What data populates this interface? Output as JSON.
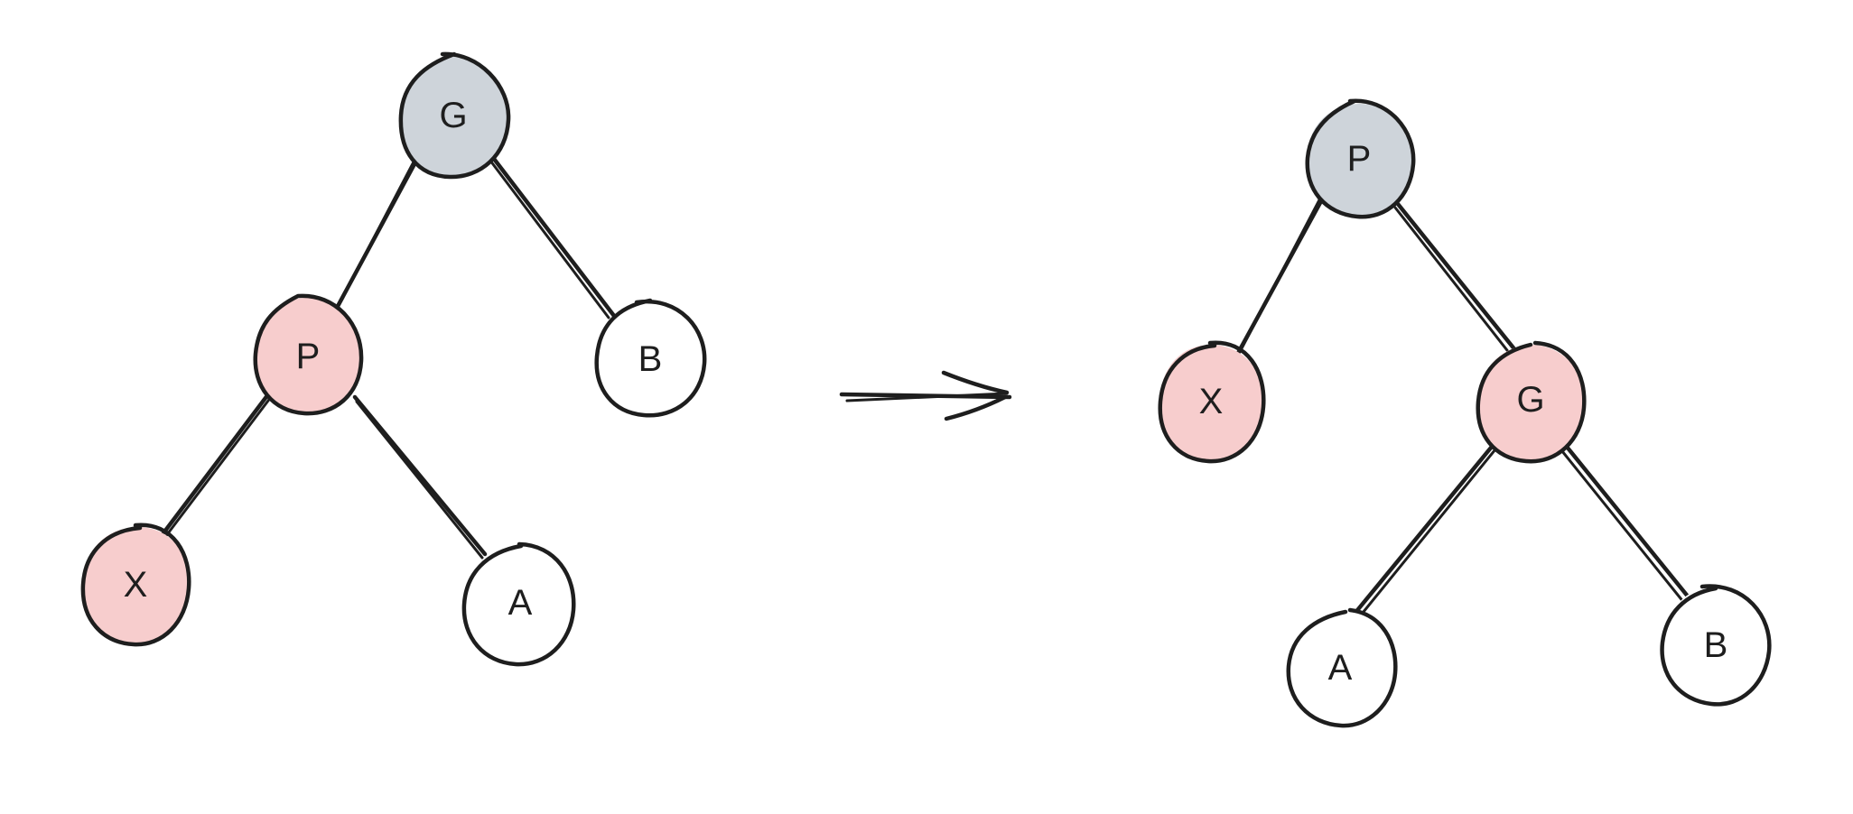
{
  "colors": {
    "gray": "#ced4da",
    "red": "#f7cdcd",
    "white": "#ffffff",
    "stroke": "#1e1e1e"
  },
  "before_tree": {
    "nodes": {
      "G": {
        "label": "G",
        "color": "gray"
      },
      "P": {
        "label": "P",
        "color": "red"
      },
      "B": {
        "label": "B",
        "color": "white"
      },
      "X": {
        "label": "X",
        "color": "red"
      },
      "A": {
        "label": "A",
        "color": "white"
      }
    },
    "edges": [
      [
        "G",
        "P"
      ],
      [
        "G",
        "B"
      ],
      [
        "P",
        "X"
      ],
      [
        "P",
        "A"
      ]
    ]
  },
  "after_tree": {
    "nodes": {
      "P": {
        "label": "P",
        "color": "gray"
      },
      "X": {
        "label": "X",
        "color": "red"
      },
      "G": {
        "label": "G",
        "color": "red"
      },
      "A": {
        "label": "A",
        "color": "white"
      },
      "B": {
        "label": "B",
        "color": "white"
      }
    },
    "edges": [
      [
        "P",
        "X"
      ],
      [
        "P",
        "G"
      ],
      [
        "G",
        "A"
      ],
      [
        "G",
        "B"
      ]
    ]
  },
  "arrow_icon": "right-arrow"
}
